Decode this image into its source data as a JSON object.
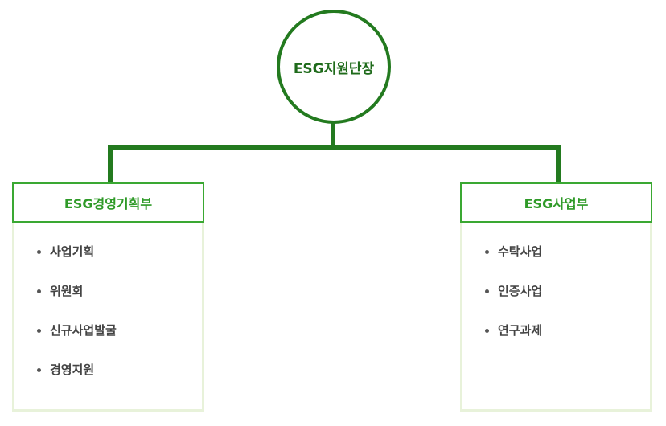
{
  "root": {
    "label": "ESG지원단장"
  },
  "departments": [
    {
      "title": "ESG경영기획부",
      "items": [
        "사업기획",
        "위원회",
        "신규사업발굴",
        "경영지원"
      ]
    },
    {
      "title": "ESG사업부",
      "items": [
        "수탁사업",
        "인증사업",
        "연구과제"
      ]
    }
  ],
  "colors": {
    "line": "#237a1f",
    "dept_border": "#3aa832",
    "panel_border": "#e8f2da"
  }
}
